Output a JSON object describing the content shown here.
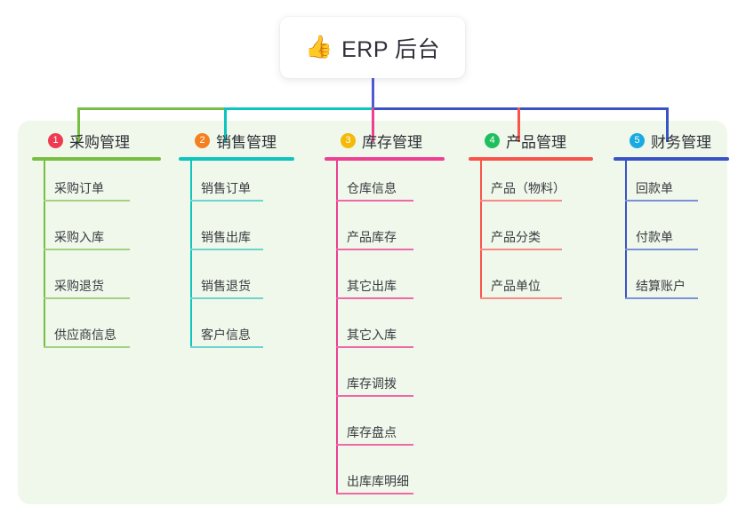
{
  "root": {
    "icon": "thumbs-up-emoji",
    "emoji": "👍",
    "title": "ERP 后台"
  },
  "colors": {
    "panel_bg": "#eff8ea",
    "page_bg": "#ffffff",
    "root_stem": "#4f5bd5",
    "text": "#2f3038",
    "leaf_text": "#3a3b42"
  },
  "columns": [
    {
      "number": "1",
      "title": "采购管理",
      "badge_color": "#ef3b52",
      "line_color": "#77bf43",
      "leaf_line_color": "#a5d082",
      "connector_color": "#77bf43",
      "items": [
        "采购订单",
        "采购入库",
        "采购退货",
        "供应商信息"
      ]
    },
    {
      "number": "2",
      "title": "销售管理",
      "badge_color": "#f58020",
      "line_color": "#0ec5bd",
      "leaf_line_color": "#6fd3ce",
      "connector_color": "#0ec5bd",
      "items": [
        "销售订单",
        "销售出库",
        "销售退货",
        "客户信息"
      ]
    },
    {
      "number": "3",
      "title": "库存管理",
      "badge_color": "#f5b90a",
      "line_color": "#ed3f93",
      "leaf_line_color": "#ef69a9",
      "connector_color": "#ed3f93",
      "items": [
        "仓库信息",
        "产品库存",
        "其它出库",
        "其它入库",
        "库存调拨",
        "库存盘点",
        "出库库明细"
      ]
    },
    {
      "number": "4",
      "title": "产品管理",
      "badge_color": "#1fbf5e",
      "line_color": "#f9544b",
      "leaf_line_color": "#f98a86",
      "connector_color": "#f9544b",
      "items": [
        "产品（物料）",
        "产品分类",
        "产品单位"
      ]
    },
    {
      "number": "5",
      "title": "财务管理",
      "badge_color": "#18aae0",
      "line_color": "#3a53c4",
      "leaf_line_color": "#7b92da",
      "connector_color": "#3a53c4",
      "items": [
        "回款单",
        "付款单",
        "结算账户"
      ]
    }
  ]
}
